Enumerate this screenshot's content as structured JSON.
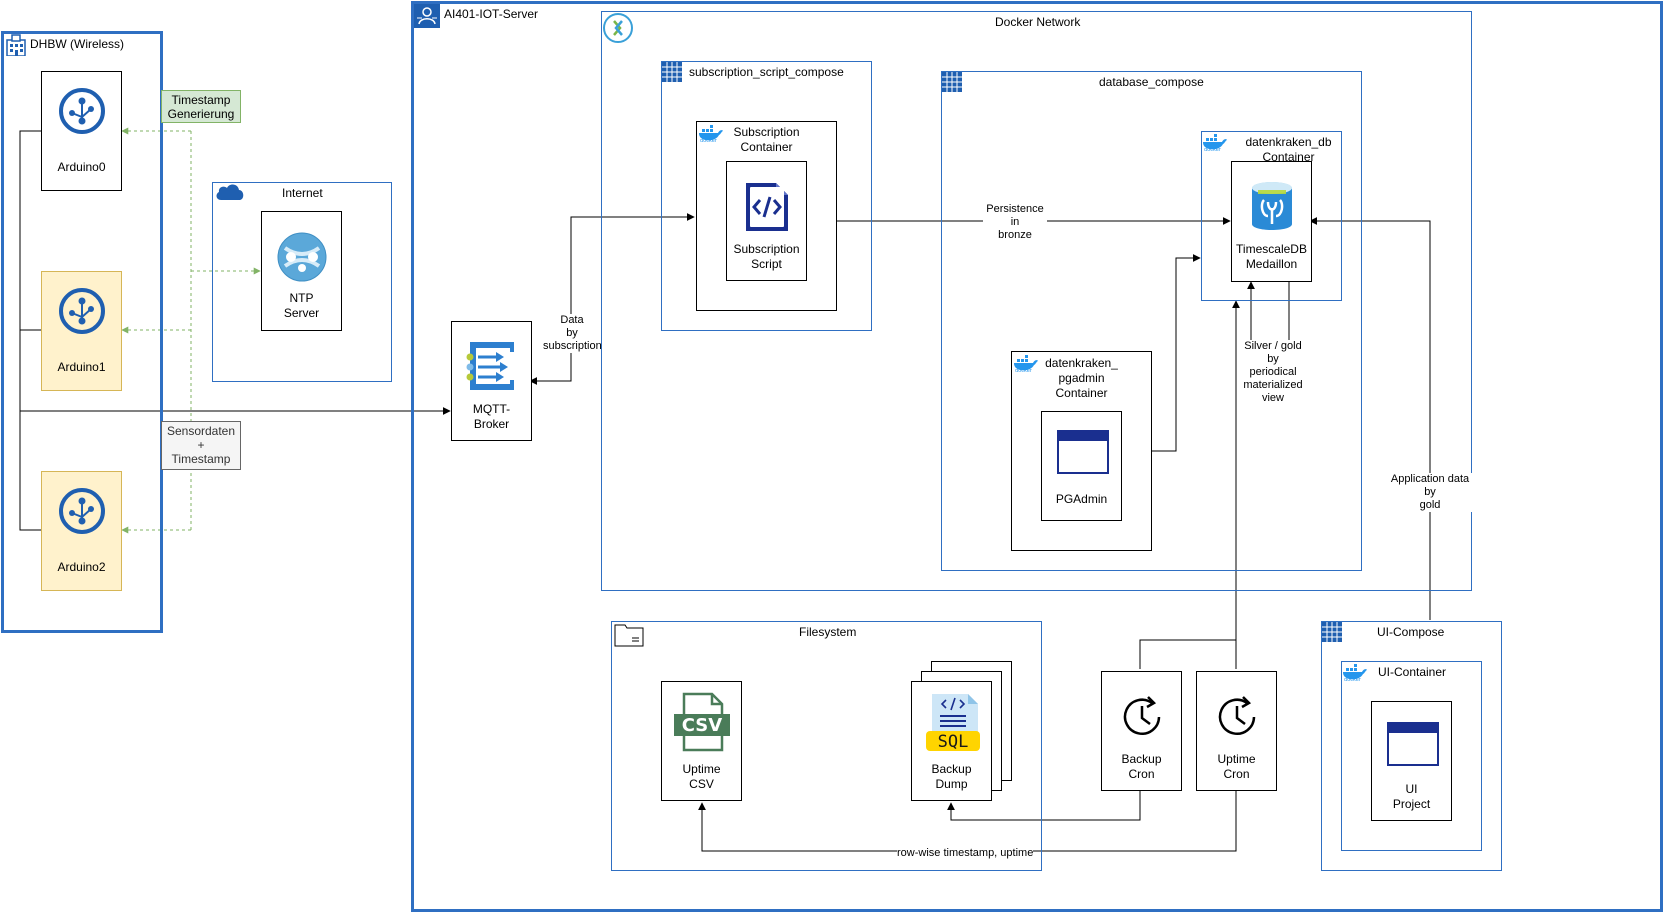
{
  "groups": {
    "dhbw": "DHBW (Wireless)",
    "internet": "Internet",
    "server": "AI401-IOT-Server",
    "docker_network": "Docker Network",
    "subscription_compose": "subscription_script_compose",
    "database_compose": "database_compose",
    "filesystem": "Filesystem",
    "ui_compose": "UI-Compose"
  },
  "nodes": {
    "arduino0": "Arduino0",
    "arduino1": "Arduino1",
    "arduino2": "Arduino2",
    "ntp_server": [
      "NTP",
      "Server"
    ],
    "mqtt_broker": [
      "MQTT-",
      "Broker"
    ],
    "subscription_container": [
      "Subscription",
      "Container"
    ],
    "subscription_script": [
      "Subscription",
      "Script"
    ],
    "db_container": [
      "datenkraken_db",
      "Container"
    ],
    "timescaledb": [
      "TimescaleDB",
      "Medaillon"
    ],
    "pgadmin_container": [
      "datenkraken_",
      "pgadmin",
      "Container"
    ],
    "pgadmin": "PGAdmin",
    "uptime_csv": [
      "Uptime",
      "CSV"
    ],
    "backup_dump": [
      "Backup",
      "Dump"
    ],
    "backup_cron": [
      "Backup",
      "Cron"
    ],
    "uptime_cron": [
      "Uptime",
      "Cron"
    ],
    "ui_container": "UI-Container",
    "ui_project": [
      "UI",
      "Project"
    ]
  },
  "notes": {
    "timestamp_generation": [
      "Timestamp",
      "Generierung"
    ],
    "sensor_data": [
      "Sensordaten",
      "+",
      "Timestamp"
    ]
  },
  "edge_labels": {
    "data_by_subscription": [
      "Data",
      "by",
      "subscription"
    ],
    "persistence": [
      "Persistence",
      "in",
      "bronze"
    ],
    "silver_gold": [
      "Silver / gold",
      "by",
      "periodical",
      "materialized",
      "view"
    ],
    "application_data": [
      "Application data",
      "by",
      "gold"
    ],
    "row_wise": "row-wise timestamp, uptime"
  },
  "icons": {
    "arduino": "iot-hub-icon",
    "ntp": "app-service-icon",
    "mqtt": "event-hub-icon",
    "script": "code-file-icon",
    "db": "postgresql-icon",
    "window": "browser-window-icon",
    "csv": "csv-file-icon",
    "sql": "sql-file-icon",
    "clock": "clock-refresh-icon",
    "docker": "docker-icon",
    "compose": "grid-icon",
    "cloud": "cloud-icon",
    "building": "building-icon",
    "folder": "folder-icon",
    "network": "vnet-icon",
    "server": "server-icon"
  },
  "colors": {
    "group_border": "#2f6fc2",
    "icon_blue": "#1f5fb0",
    "green_edge": "#82b366",
    "yellow_fill": "#fff2cc",
    "yellow_border": "#d6b656",
    "csv_green": "#4a7c59",
    "sql_yellow": "#ffd400"
  }
}
